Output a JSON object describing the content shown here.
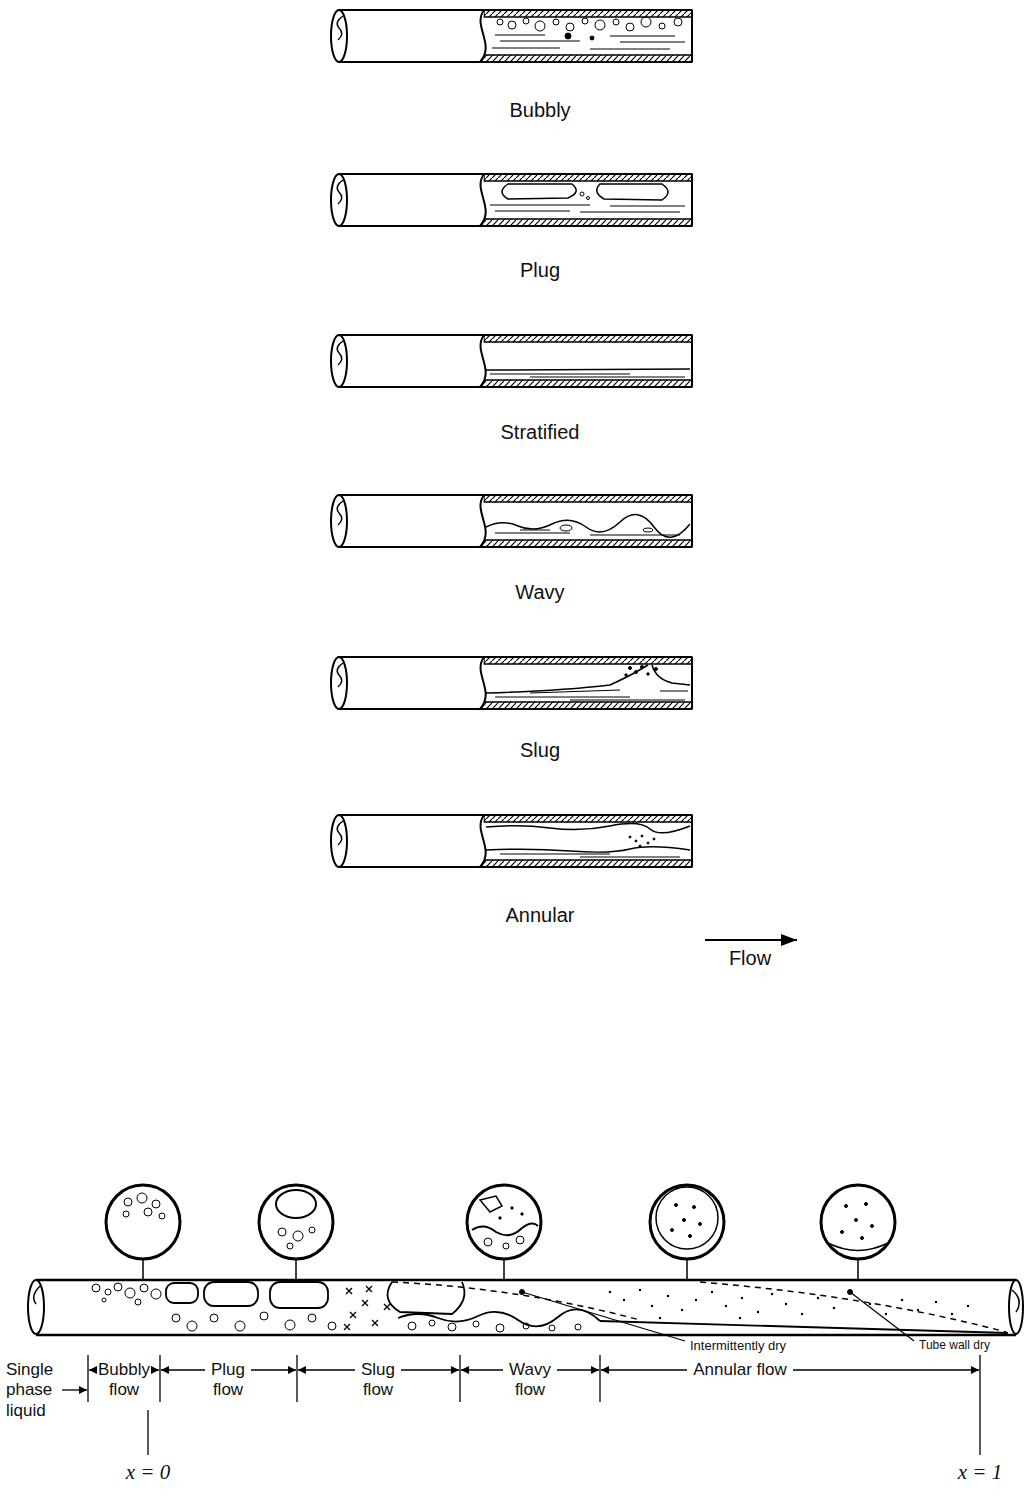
{
  "diagram": {
    "labels": [
      "Bubbly",
      "Plug",
      "Stratified",
      "Wavy",
      "Slug",
      "Annular",
      "Flow",
      "Single phase liquid",
      "Bubbly flow",
      "Plug flow",
      "Slug flow",
      "Wavy flow",
      "Annular flow",
      "Intermittently dry",
      "Tube wall dry",
      "x = 0",
      "x = 1"
    ]
  }
}
